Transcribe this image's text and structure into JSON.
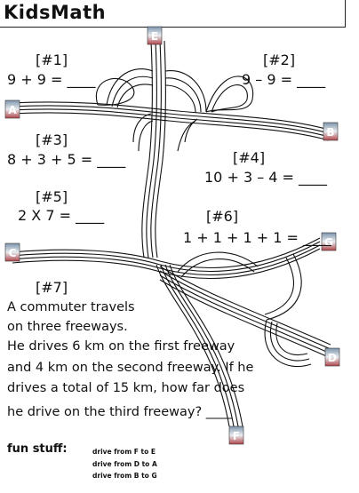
{
  "header": {
    "brand": "KidsMath"
  },
  "problems": [
    {
      "number": "[#1]",
      "text": "9 + 9 = ____"
    },
    {
      "number": "[#2]",
      "text": "9 – 9 = ____"
    },
    {
      "number": "[#3]",
      "text": "8 + 3 + 5 = ____"
    },
    {
      "number": "[#4]",
      "text": "10 + 3 – 4 = ____"
    },
    {
      "number": "[#5]",
      "text": "2 X 7 = ____"
    },
    {
      "number": "[#6]",
      "text": "1 + 1 + 1 + 1 = ____"
    },
    {
      "number": "[#7]"
    }
  ],
  "story": [
    "A commuter travels",
    "on three freeways.",
    "He drives 6 km on the first freeway",
    "and 4 km on the second freeway.  If he",
    "drives a total of 15 km, how far does",
    "he drive on the third freeway? ____"
  ],
  "fun": {
    "label": "fun stuff:",
    "routes": [
      "drive from F to E",
      "drive from D to A",
      "drive from B to G"
    ]
  },
  "markers": [
    "E",
    "A",
    "B",
    "G",
    "D",
    "C",
    "F"
  ],
  "colors": {
    "marker_top": "#7d95ad",
    "marker_bottom": "#b0454a",
    "ink": "#111111"
  }
}
